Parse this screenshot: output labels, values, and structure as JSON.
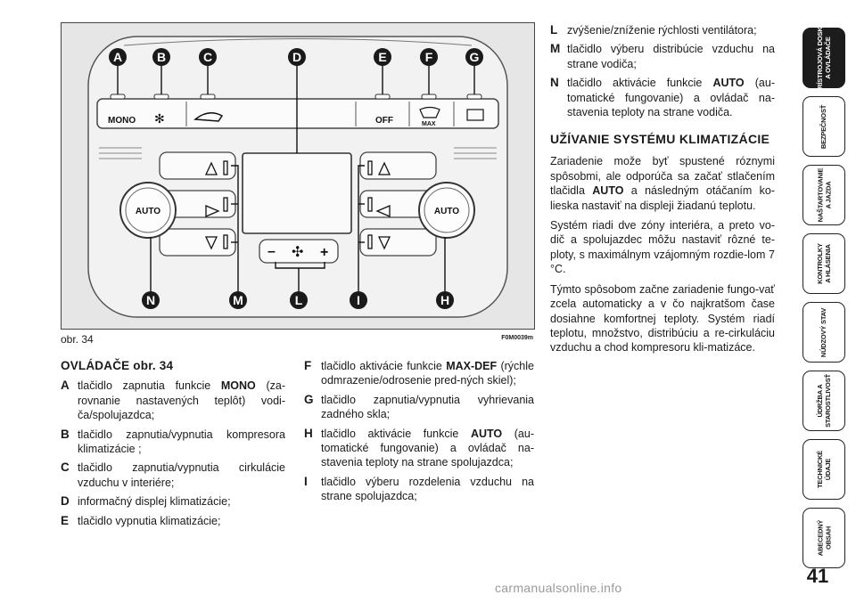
{
  "figure": {
    "caption": "obr. 34",
    "code": "F0M0039m",
    "callouts": [
      "A",
      "B",
      "C",
      "D",
      "E",
      "F",
      "G",
      "N",
      "M",
      "L",
      "I",
      "H"
    ],
    "button_labels": {
      "mono": "MONO",
      "off": "OFF",
      "max": "MAX",
      "auto_left": "AUTO",
      "auto_right": "AUTO"
    }
  },
  "left_column": {
    "heading": "OVLÁDAČE obr. 34",
    "items": [
      {
        "key": "A",
        "text": "tlačidlo zapnutia funkcie MONO (za-rovnanie nastavených teplôt) vodi-ča/spolujazdca;"
      },
      {
        "key": "B",
        "text": "tlačidlo zapnutia/vypnutia kompresora klimatizácie ;"
      },
      {
        "key": "C",
        "text": "tlačidlo zapnutia/vypnutia cirkulácie vzduchu v interiére;"
      },
      {
        "key": "D",
        "text": "informačný displej klimatizácie;"
      },
      {
        "key": "E",
        "text": "tlačidlo vypnutia klimatizácie;"
      }
    ]
  },
  "middle_column": {
    "items": [
      {
        "key": "F",
        "text": "tlačidlo aktivácie funkcie MAX-DEF (rýchle odmrazenie/odrosenie pred-ných skiel);"
      },
      {
        "key": "G",
        "text": "tlačidlo zapnutia/vypnutia vyhrievania zadného skla;"
      },
      {
        "key": "H",
        "text": "tlačidlo aktivácie funkcie AUTO (au-tomatické fungovanie) a ovládač na-stavenia teploty na strane spolujazdca;"
      },
      {
        "key": "I",
        "text": "tlačidlo výberu rozdelenia vzduchu na strane spolujazdca;"
      }
    ]
  },
  "right_column": {
    "items": [
      {
        "key": "L",
        "text": "zvýšenie/zníženie rýchlosti ventilátora;"
      },
      {
        "key": "M",
        "text": "tlačidlo výberu distribúcie vzduchu na strane vodiča;"
      },
      {
        "key": "N",
        "text": "tlačidlo aktivácie funkcie AUTO (au-tomatické fungovanie) a ovládač na-stavenia teploty na strane vodiča."
      }
    ],
    "section_title": "UŽÍVANIE SYSTÉMU KLIMATIZÁCIE",
    "paragraphs": [
      "Zariadenie može byť spustené róznymi spôsobmi, ale odporúča sa začať stlačením tlačidla AUTO a následným otáčaním ko-lieska nastaviť na displeji žiadanú teplotu.",
      "Systém riadi dve zóny interiéra, a preto vo-dič a spolujazdec môžu nastaviť rôzné te-ploty, s maximálnym vzájomným rozdie-lom 7 °C.",
      "Týmto spôsobom začne zariadenie fungo-vať zcela automaticky a v čo najkratšom čase dosiahne komfortnej teploty. Systém riadí teplotu, množstvo, distribúciu a re-cirkuláciu vzduchu a chod kompresoru kli-matizáce."
    ]
  },
  "sidebar": {
    "tabs": [
      "PRÍSTROJOVÁ DOSKA\nA OVLÁDAČE",
      "BEZPEČNOSŤ",
      "NAŠTARTOVANIE\nA JAZDA",
      "KONTROLKY\nA HLÁSENIA",
      "NÚDZOVÝ STAV",
      "ÚDRŽBA A\nSTAROSTLIVOSŤ",
      "TECHNICKÉ\nÚDAJE",
      "ABECEDNÝ\nOBSAH"
    ]
  },
  "page_number": "41",
  "watermark": "carmanualsonline.info"
}
